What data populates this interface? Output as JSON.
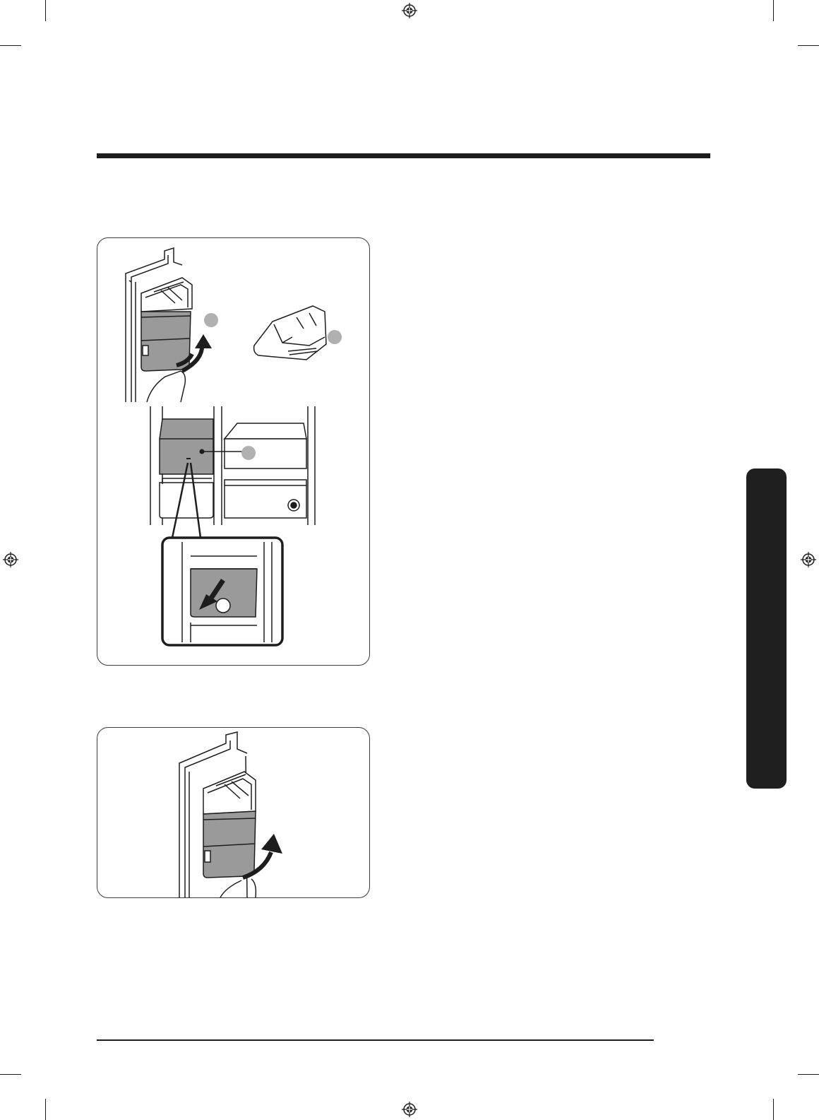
{
  "page": {
    "background": "#ffffff",
    "ink": "#1d1d1d",
    "fill_gray": "#9a9a9a"
  },
  "figures": [
    {
      "name": "remove-ice-bucket-figure",
      "callouts": [
        "callout-1",
        "callout-2",
        "callout-3",
        "callout-4"
      ]
    },
    {
      "name": "reinstall-ice-bucket-figure",
      "callouts": []
    }
  ],
  "icons": {
    "registration_mark": "crosshair-circle-icon",
    "arrow": "curved-arrow-icon",
    "down_arrow": "diagonal-arrow-icon"
  }
}
